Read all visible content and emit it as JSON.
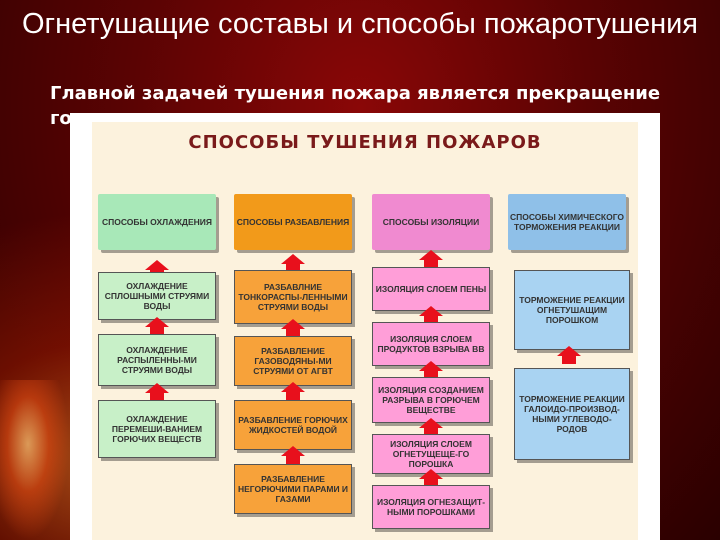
{
  "slide": {
    "title": "Огнетушащие составы и способы пожаротушения",
    "subtitle": "Главной задачей тушения пожара является прекращение",
    "subtitle_tail": "горения"
  },
  "diagram": {
    "title": "СПОСОБЫ ТУШЕНИЯ ПОЖАРОВ",
    "columns": [
      {
        "header": "СПОСОБЫ ОХЛАЖДЕНИЯ",
        "items": [
          "ОХЛАЖДЕНИЕ СПЛОШНЫМИ СТРУЯМИ ВОДЫ",
          "ОХЛАЖДЕНИЕ РАСПЫЛЕННЫ-МИ СТРУЯМИ ВОДЫ",
          "ОХЛАЖДЕНИЕ ПЕРЕМЕШИ-ВАНИЕМ ГОРЮЧИХ ВЕЩЕСТВ"
        ]
      },
      {
        "header": "СПОСОБЫ РАЗБАВЛЕНИЯ",
        "items": [
          "РАЗБАВЛНИЕ ТОНКОРАСПЫ-ЛЕННЫМИ СТРУЯМИ ВОДЫ",
          "РАЗБАВЛЕНИЕ ГАЗОВОДЯНЫ-МИ СТРУЯМИ ОТ АГВТ",
          "РАЗБАВЛЕНИЕ ГОРЮЧИХ ЖИДКОСТЕЙ ВОДОЙ",
          "РАЗБАВЛЕНИЕ НЕГОРЮЧИМИ ПАРАМИ И ГАЗАМИ"
        ]
      },
      {
        "header": "СПОСОБЫ ИЗОЛЯЦИИ",
        "items": [
          "ИЗОЛЯЦИЯ СЛОЕМ ПЕНЫ",
          "ИЗОЛЯЦИЯ СЛОЕМ ПРОДУКТОВ ВЗРЫВА ВВ",
          "ИЗОЛЯЦИЯ СОЗДАНИЕМ РАЗРЫВА В ГОРЮЧЕМ ВЕЩЕСТВЕ",
          "ИЗОЛЯЦИЯ СЛОЕМ ОГНЕТУЩЕЩЕ-ГО ПОРОШКА",
          "ИЗОЛЯЦИЯ ОГНЕЗАЩИТ-НЫМИ ПОРОШКАМИ"
        ]
      },
      {
        "header": "СПОСОБЫ ХИМИЧЕСКОГО ТОРМОЖЕНИЯ РЕАКЦИИ",
        "items": [
          "ТОРМОЖЕНИЕ РЕАКЦИИ ОГНЕТУШАЩИМ ПОРОШКОМ",
          "ТОРМОЖЕНИЕ РЕАКЦИИ ГАЛОИДО-ПРОИЗВОД-НЫМИ УГЛЕВОДО-РОДОВ"
        ]
      }
    ]
  },
  "colors": {
    "cooling": "#c8f0c8",
    "cooling_header": "#a8e8b8",
    "dilution": "#f7a23a",
    "dilution_header": "#f29a1a",
    "isolation": "#ff9ed8",
    "isolation_header": "#f08ad0",
    "chemical": "#a9d3f2",
    "chemical_header": "#8fc0e8",
    "arrow": "#e8101c"
  }
}
